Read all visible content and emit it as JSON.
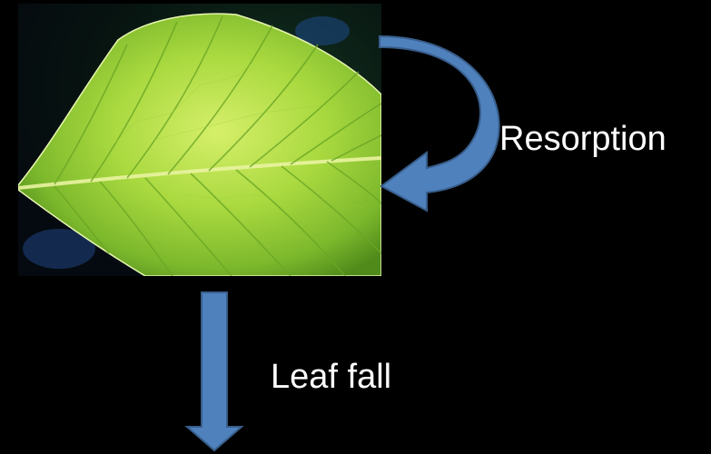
{
  "labels": {
    "resorption": "Resorption",
    "leaf_fall": "Leaf fall"
  },
  "colors": {
    "background": "#000000",
    "label_text": "#ffffff",
    "arrow_fill": "#4f81bd",
    "arrow_stroke": "#385d8a",
    "leaf_light": "#c8e85a",
    "leaf_mid": "#8fc430",
    "leaf_dark": "#4f8a1a",
    "photo_background": "#0b1a12"
  },
  "icons": {
    "leaf": "leaf-photo",
    "resorption_arrow": "curved-arrow-icon",
    "leaf_fall_arrow": "down-arrow-icon"
  }
}
